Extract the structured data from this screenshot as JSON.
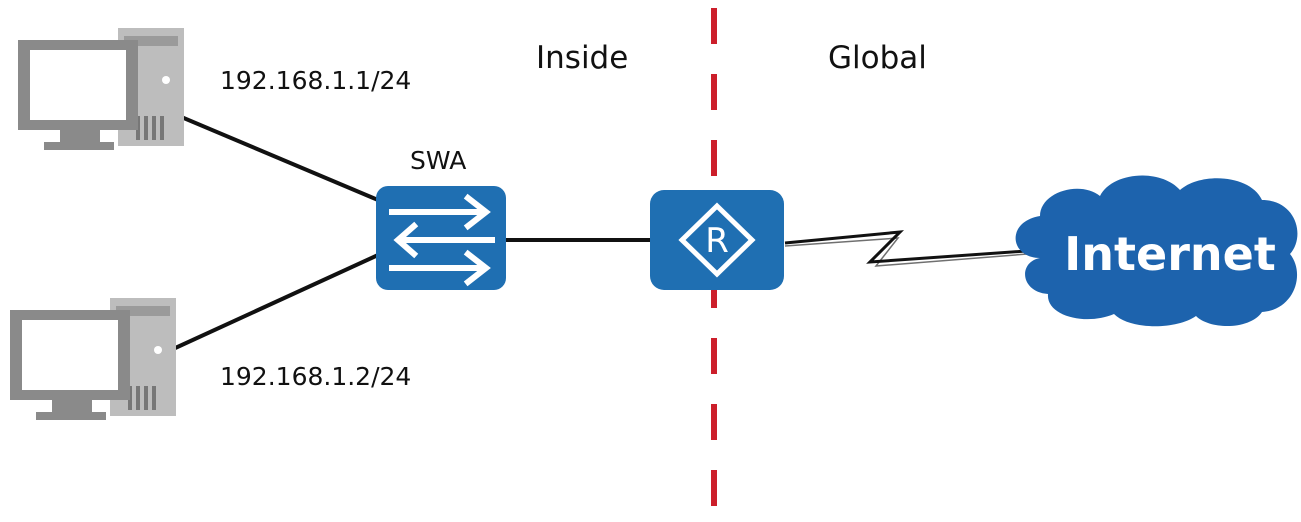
{
  "zones": {
    "inside_label": "Inside",
    "global_label": "Global"
  },
  "hosts": [
    {
      "ip": "192.168.1.1/24",
      "icon": "desktop-computer-icon"
    },
    {
      "ip": "192.168.1.2/24",
      "icon": "desktop-computer-icon"
    }
  ],
  "switch": {
    "label": "SWA",
    "icon": "switch-arrows-icon"
  },
  "router": {
    "label": "R",
    "icon": "router-diamond-icon"
  },
  "cloud": {
    "label": "Internet",
    "icon": "cloud-icon"
  },
  "colors": {
    "device_blue": "#1f6fb2",
    "device_blue_dark": "#15568f",
    "divider_red": "#cc1f2b",
    "pc_gray": "#8a8a8a",
    "pc_light": "#cfcfcf",
    "link_black": "#111111"
  }
}
